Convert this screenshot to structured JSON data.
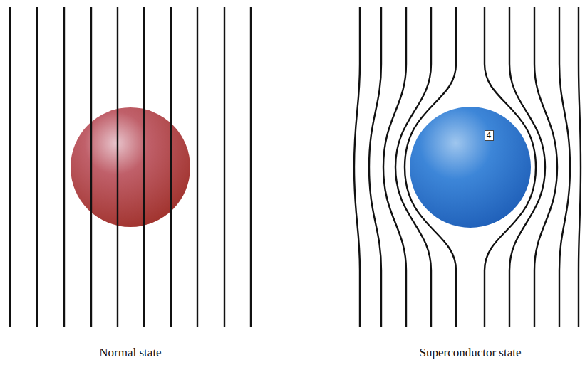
{
  "diagram": {
    "labels": [
      "Normal state",
      "Superconductor state",
      "4"
    ]
  }
}
